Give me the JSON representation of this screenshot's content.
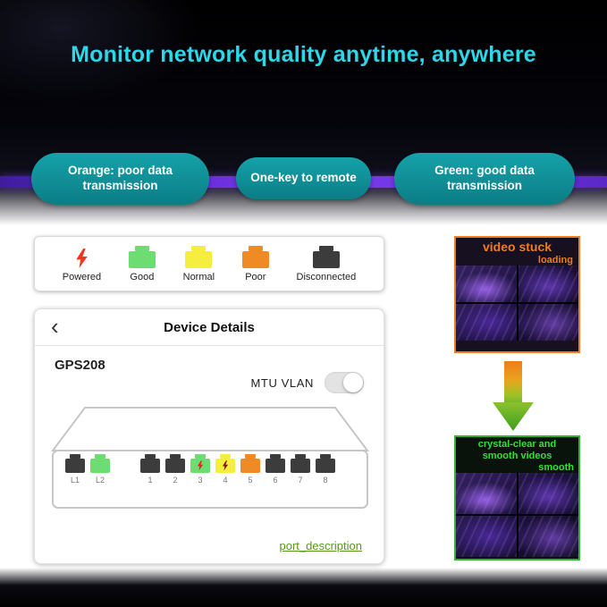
{
  "header": {
    "title": "Monitor network quality anytime, anywhere",
    "title_color": "#2bd7e9"
  },
  "pills": [
    {
      "label": "Orange: poor data transmission"
    },
    {
      "label": "One-key to remote"
    },
    {
      "label": "Green: good data transmission"
    }
  ],
  "legend": {
    "items": [
      {
        "label": "Powered",
        "icon": "lightning-icon",
        "color": "#f3331c"
      },
      {
        "label": "Good",
        "icon": "port-icon",
        "color": "#6ddc72"
      },
      {
        "label": "Normal",
        "icon": "port-icon",
        "color": "#f5ee3e"
      },
      {
        "label": "Poor",
        "icon": "port-icon",
        "color": "#ef8b24"
      },
      {
        "label": "Disconnected",
        "icon": "port-icon",
        "color": "#3c3c3c"
      }
    ]
  },
  "device": {
    "back_icon": "‹",
    "title": "Device Details",
    "model": "GPS208",
    "mtu_vlan_label": "MTU VLAN",
    "toggle_state": "off",
    "ports": [
      {
        "label": "L1",
        "color": "#3c3c3c",
        "powered": false
      },
      {
        "label": "L2",
        "color": "#6ddc72",
        "powered": false
      },
      {
        "label": "1",
        "color": "#3c3c3c",
        "powered": false
      },
      {
        "label": "2",
        "color": "#3c3c3c",
        "powered": false
      },
      {
        "label": "3",
        "color": "#6ddc72",
        "powered": true,
        "bolt_color": "#e02518"
      },
      {
        "label": "4",
        "color": "#f5ee3e",
        "powered": true,
        "bolt_color": "#7a1d0e"
      },
      {
        "label": "5",
        "color": "#ef8b24",
        "powered": false
      },
      {
        "label": "6",
        "color": "#3c3c3c",
        "powered": false
      },
      {
        "label": "7",
        "color": "#3c3c3c",
        "powered": false
      },
      {
        "label": "8",
        "color": "#3c3c3c",
        "powered": false
      }
    ],
    "link": "port_description",
    "link_color": "#55971f"
  },
  "right": {
    "stuck": {
      "title": "video stuck",
      "badge": "loading",
      "accent": "#f07c1e"
    },
    "smooth": {
      "title_line1": "crystal-clear and",
      "title_line2": "smooth videos",
      "badge": "smooth",
      "accent": "#35e03a"
    }
  },
  "colors": {
    "band_purple": "#6c30e0",
    "pill_teal": "#0f8a92"
  }
}
